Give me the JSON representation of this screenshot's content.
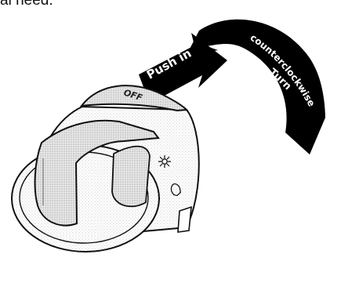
{
  "page": {
    "top_text": "al need."
  },
  "diagram": {
    "arrows": {
      "push": {
        "label": "Push in"
      },
      "turn": {
        "line1": "Turn",
        "line2": "counterclockwise"
      }
    },
    "knob": {
      "off_label": "OFF",
      "icons": [
        "sun-icon",
        "bulb-icon"
      ]
    }
  }
}
